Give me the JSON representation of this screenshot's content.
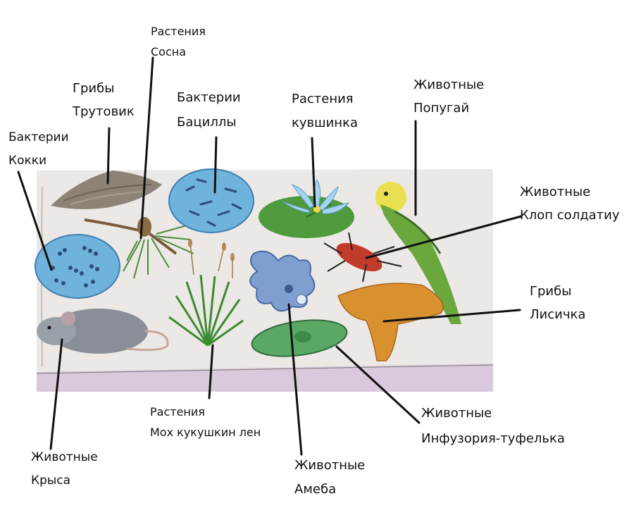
{
  "labels": {
    "pine_group": "Растения",
    "pine_name": "Сосна",
    "polypore_group": "Грибы",
    "polypore_name": "Трутовик",
    "bacilli_group": "Бактерии",
    "bacilli_name": "Бациллы",
    "lily_group": "Растения",
    "lily_name": "кувшинка",
    "parrot_group": "Животные",
    "parrot_name": "Попугай",
    "cocci_group": "Бактерии",
    "cocci_name": "Кокки",
    "bug_group": "Животные",
    "bug_name": "Клоп солдатиу",
    "chanterelle_group": "Грибы",
    "chanterelle_name": "Лисичка",
    "moss_group": "Растения",
    "moss_name": "Мох кукушкин лен",
    "rat_group": "Животные",
    "rat_name": "Крыса",
    "amoeba_group": "Животные",
    "amoeba_name": "Амеба",
    "paramecium_group": "Животные",
    "paramecium_name": "Инфузория-туфелька"
  },
  "colors": {
    "page_bg": "#ffffff",
    "photo_bg": "#ebe8e6",
    "lilac_strip": "#d9c9dc",
    "cell_blue": "#6fb2dc",
    "leaf_green": "#4e9a3c",
    "parrot_green": "#6aa83e",
    "chanterelle_orange": "#d9902f",
    "rat_gray": "#8a8f97",
    "line": "#111111"
  }
}
